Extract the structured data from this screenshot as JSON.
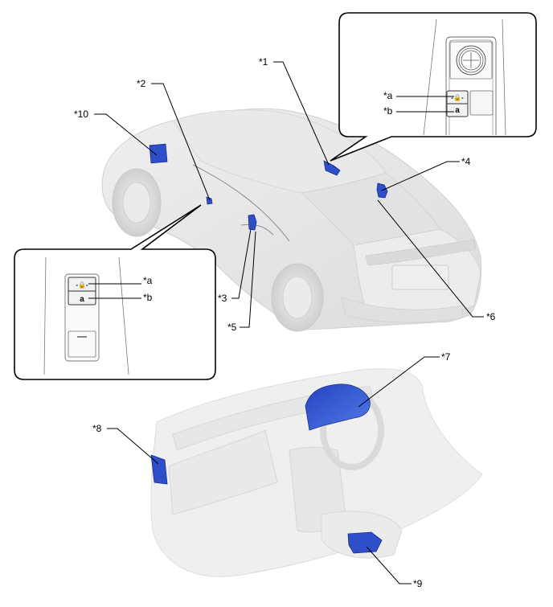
{
  "diagram": {
    "title": "Component location diagram - vehicle exterior and instrument panel",
    "accent_color": "#2f4ec9",
    "body_color": "#e6e6e6",
    "labels": [
      {
        "id": "1",
        "text": "*1"
      },
      {
        "id": "2",
        "text": "*2"
      },
      {
        "id": "3",
        "text": "*3"
      },
      {
        "id": "4",
        "text": "*4"
      },
      {
        "id": "5",
        "text": "*5"
      },
      {
        "id": "6",
        "text": "*6"
      },
      {
        "id": "7",
        "text": "*7"
      },
      {
        "id": "8",
        "text": "*8"
      },
      {
        "id": "9",
        "text": "*9"
      },
      {
        "id": "10",
        "text": "*10"
      }
    ],
    "callouts": {
      "driver_door": {
        "a_label": "*a",
        "b_label": "*b",
        "lock_icon": "lock-closed-icon",
        "unlock_icon": "lock-open-icon"
      },
      "passenger_door": {
        "a_label": "*a",
        "b_label": "*b",
        "lock_icon": "lock-closed-icon",
        "unlock_icon": "lock-open-icon"
      }
    }
  }
}
